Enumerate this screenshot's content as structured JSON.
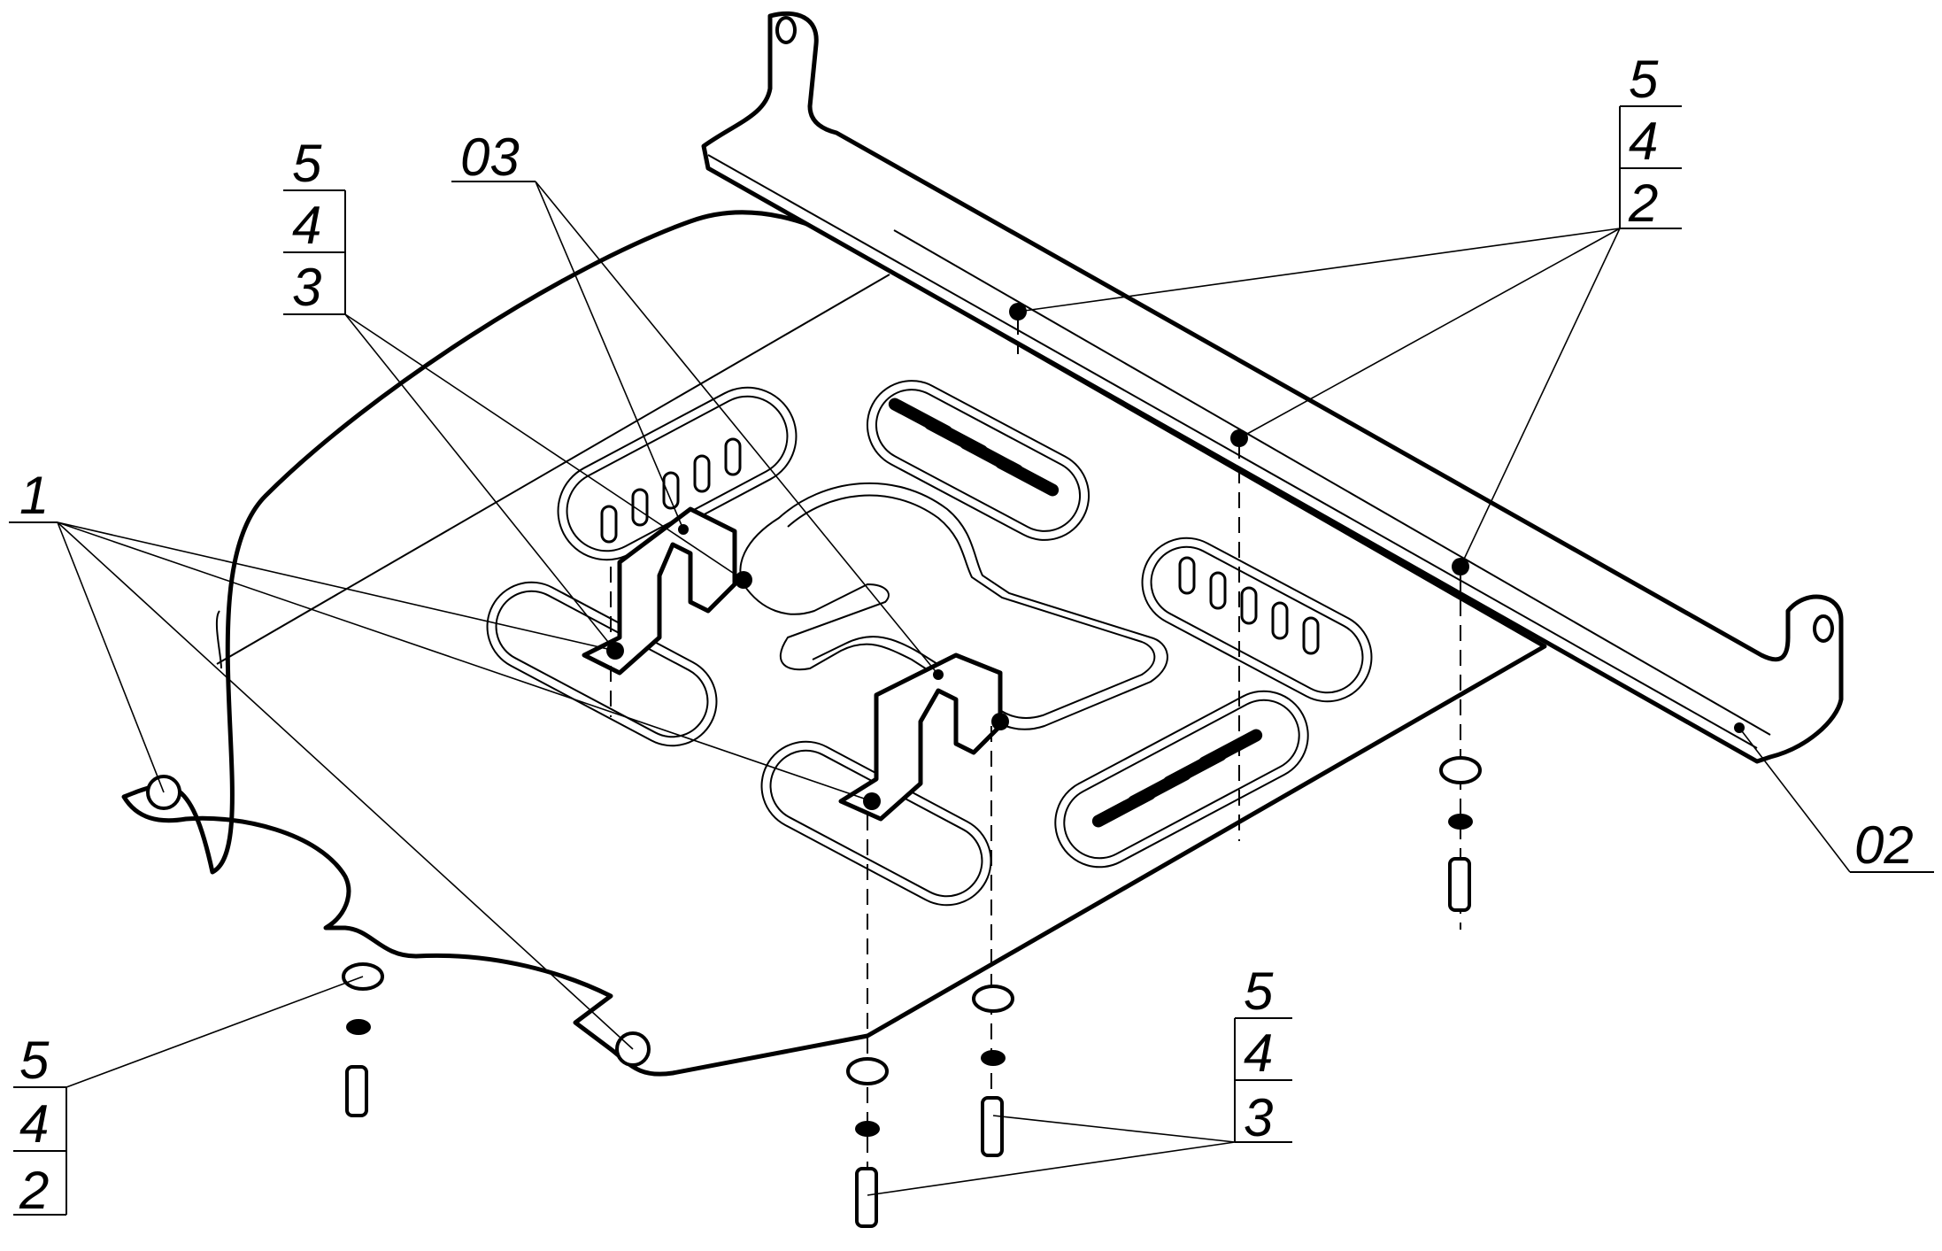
{
  "callouts": {
    "top_left": [
      "5",
      "4",
      "3"
    ],
    "top_right": [
      "5",
      "4",
      "2"
    ],
    "bottom_left": [
      "5",
      "4",
      "2"
    ],
    "bottom_center": [
      "5",
      "4",
      "3"
    ],
    "part_1": "1",
    "part_03": "03",
    "part_02": "02"
  }
}
